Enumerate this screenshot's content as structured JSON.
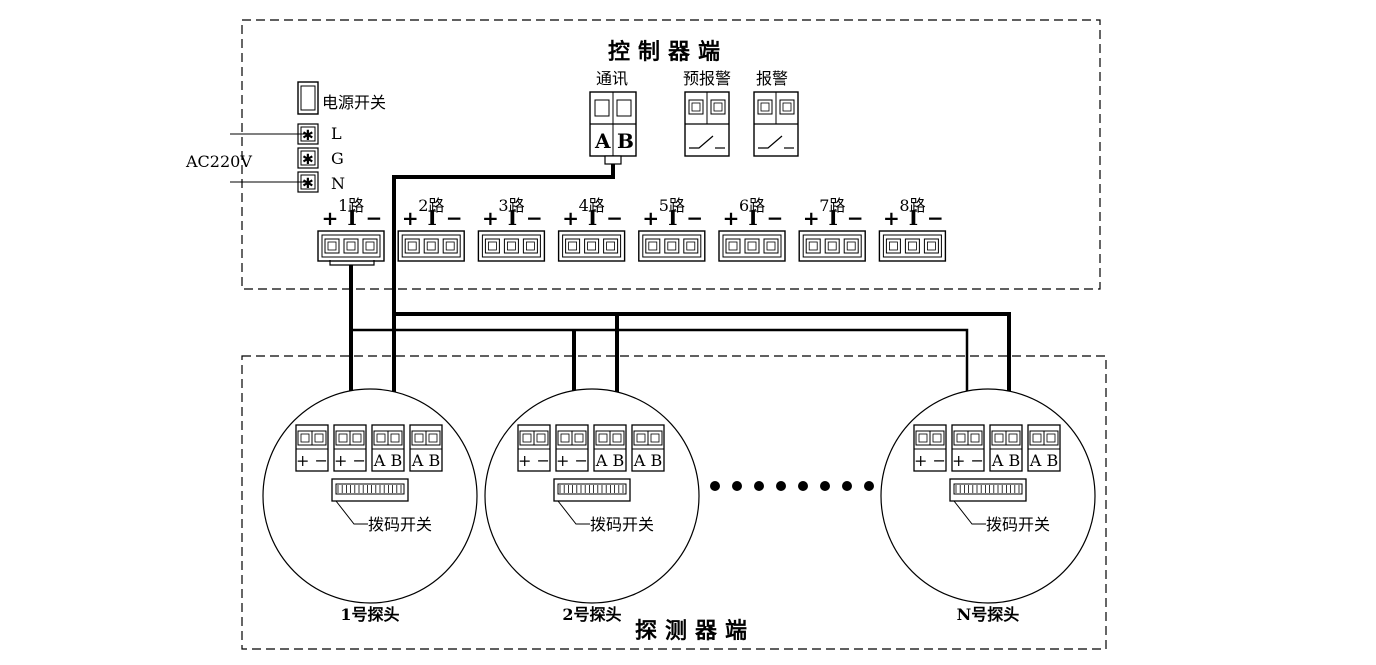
{
  "controller": {
    "title": "控制器端",
    "power_switch": "电源开关",
    "ac_label": "AC220V",
    "ac_terminals": [
      "L",
      "G",
      "N"
    ],
    "comm_label": "通讯",
    "comm_terminals": [
      "A",
      "B"
    ],
    "relays": [
      "预报警",
      "报警"
    ],
    "channels": [
      "1路",
      "2路",
      "3路",
      "4路",
      "5路",
      "6路",
      "7路",
      "8路"
    ],
    "channel_polarity": [
      "+",
      "I",
      "−"
    ]
  },
  "detector_side": {
    "title": "探测器端",
    "probes": [
      {
        "name": "1号探头",
        "dip_label": "拨码开关",
        "blocks": [
          "+ −",
          "+ −",
          "A B",
          "A B"
        ]
      },
      {
        "name": "2号探头",
        "dip_label": "拨码开关",
        "blocks": [
          "+ −",
          "+ −",
          "A B",
          "A B"
        ]
      },
      {
        "name": "N号探头",
        "dip_label": "拨码开关",
        "blocks": [
          "+ −",
          "+ −",
          "A B",
          "A B"
        ]
      }
    ]
  }
}
